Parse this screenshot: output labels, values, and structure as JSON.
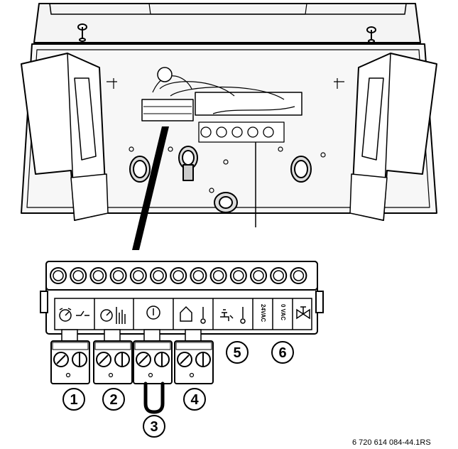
{
  "figure": {
    "reference_code": "6 720 614 084-44.1RS",
    "callouts": [
      {
        "id": "1",
        "label": "1"
      },
      {
        "id": "2",
        "label": "2"
      },
      {
        "id": "3",
        "label": "3"
      },
      {
        "id": "4",
        "label": "4"
      },
      {
        "id": "5",
        "label": "5"
      },
      {
        "id": "6",
        "label": "6"
      }
    ],
    "terminal_labels": {
      "voltage_24": "24VAC",
      "voltage_0": "0 VAC"
    }
  },
  "icons": {
    "timer_switch": "clock-switch-icon",
    "timer_bars": "clock-bars-icon",
    "power": "power-icon",
    "room_thermostat": "house-thermometer-icon",
    "hot_water": "tap-thermometer-icon",
    "valve": "valve-icon"
  }
}
